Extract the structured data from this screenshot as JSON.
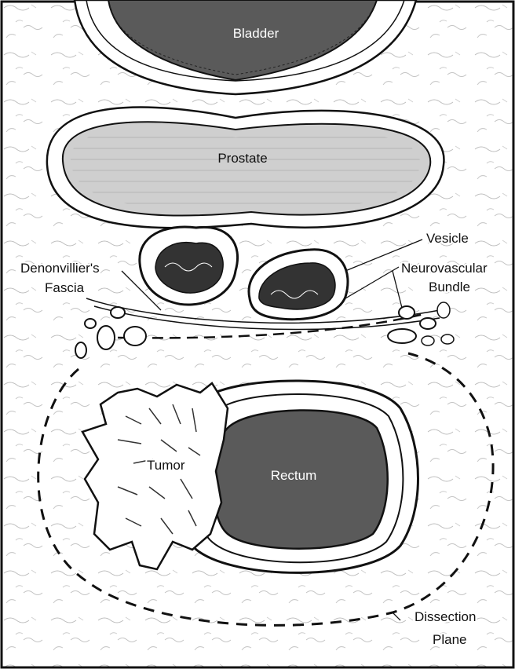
{
  "labels": {
    "bladder": "Bladder",
    "prostate": "Prostate",
    "vesicle": "Vesicle",
    "denonvilliers_line1": "Denonvillier's",
    "denonvilliers_line2": "Fascia",
    "neurovascular_line1": "Neurovascular",
    "neurovascular_line2": "Bundle",
    "tumor": "Tumor",
    "rectum": "Rectum",
    "dissection_line1": "Dissection",
    "dissection_line2": "Plane"
  },
  "colors": {
    "organ_dark": "#5a5a5a",
    "prostate_fill": "#cfcfcf",
    "ink": "#111111",
    "background": "#ffffff"
  }
}
